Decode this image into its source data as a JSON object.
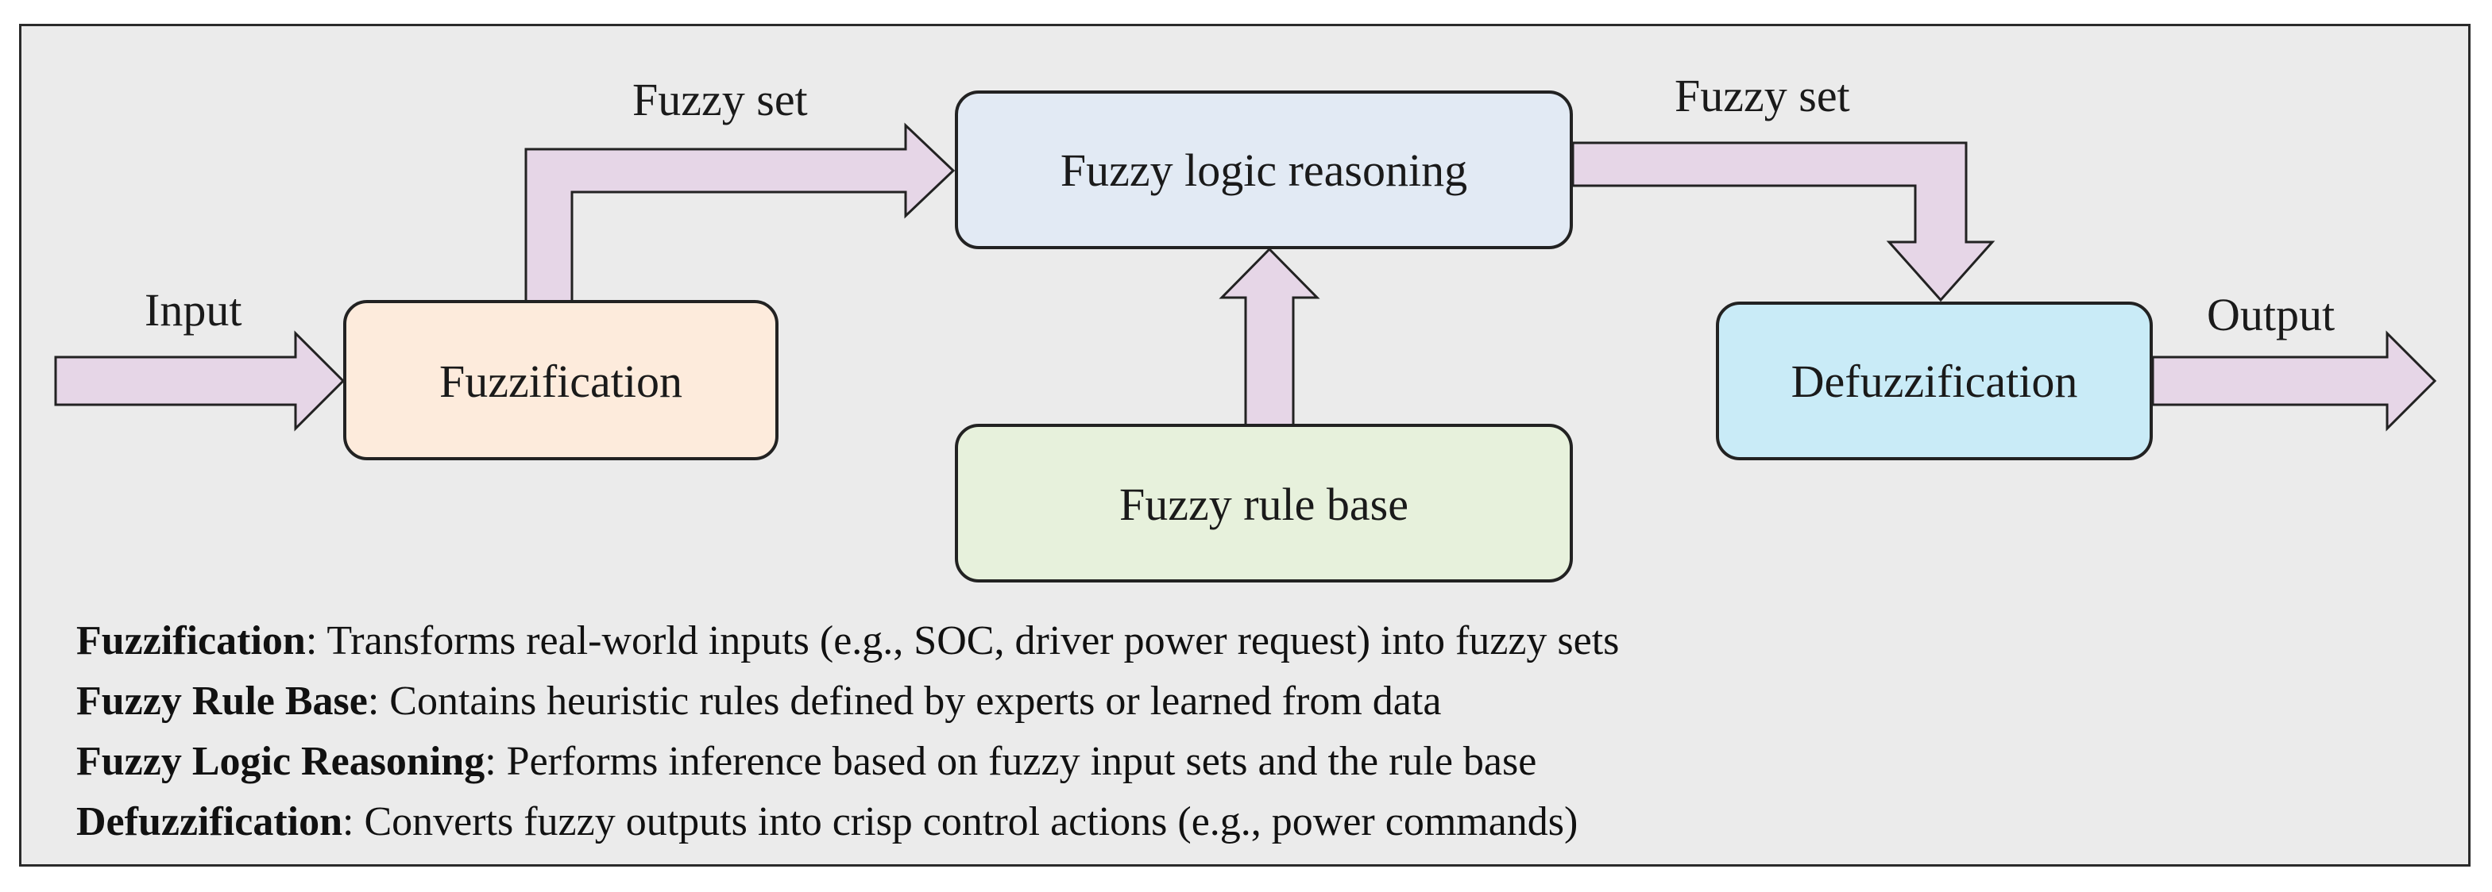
{
  "boxes": {
    "fuzzification": {
      "label": "Fuzzification",
      "fill": "#fdebdc"
    },
    "reasoning": {
      "label": "Fuzzy logic reasoning",
      "fill": "#e2eaf4"
    },
    "rulebase": {
      "label": "Fuzzy rule base",
      "fill": "#e7f1dc"
    },
    "defuzzification": {
      "label": "Defuzzification",
      "fill": "#c9ebf7"
    }
  },
  "arrows": {
    "input_label": "Input",
    "fuzzy_set_in_label": "Fuzzy set",
    "fuzzy_set_out_label": "Fuzzy set",
    "output_label": "Output",
    "fill": "#e6d6e7"
  },
  "legend": [
    {
      "term": "Fuzzification",
      "description": ": Transforms real-world inputs (e.g., SOC, driver power request) into fuzzy sets"
    },
    {
      "term": "Fuzzy Rule Base",
      "description": ": Contains heuristic rules defined by experts or learned from data"
    },
    {
      "term": "Fuzzy Logic Reasoning",
      "description": ": Performs inference based on fuzzy input sets and the rule base"
    },
    {
      "term": "Defuzzification",
      "description": ": Converts fuzzy outputs into crisp control actions (e.g., power commands)"
    }
  ]
}
